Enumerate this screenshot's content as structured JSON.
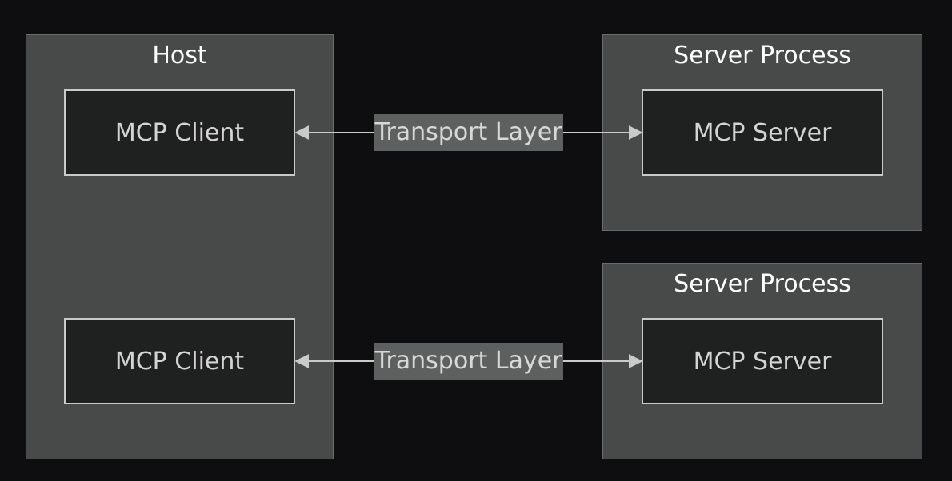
{
  "colors": {
    "background": "#0e0e10",
    "group_fill": "#484a49",
    "node_fill": "#1f2120",
    "node_border": "#c9cac9",
    "edge": "#c9cac9",
    "edge_label_fill": "#5e5f5f"
  },
  "groups": {
    "host": {
      "title": "Host"
    },
    "server_process_1": {
      "title": "Server Process"
    },
    "server_process_2": {
      "title": "Server Process"
    }
  },
  "nodes": {
    "client_1": "MCP Client",
    "client_2": "MCP Client",
    "server_1": "MCP Server",
    "server_2": "MCP Server"
  },
  "edges": [
    {
      "from": "MCP Client",
      "to": "MCP Server",
      "label": "Transport Layer",
      "direction": "bidirectional"
    },
    {
      "from": "MCP Client",
      "to": "MCP Server",
      "label": "Transport Layer",
      "direction": "bidirectional"
    }
  ]
}
